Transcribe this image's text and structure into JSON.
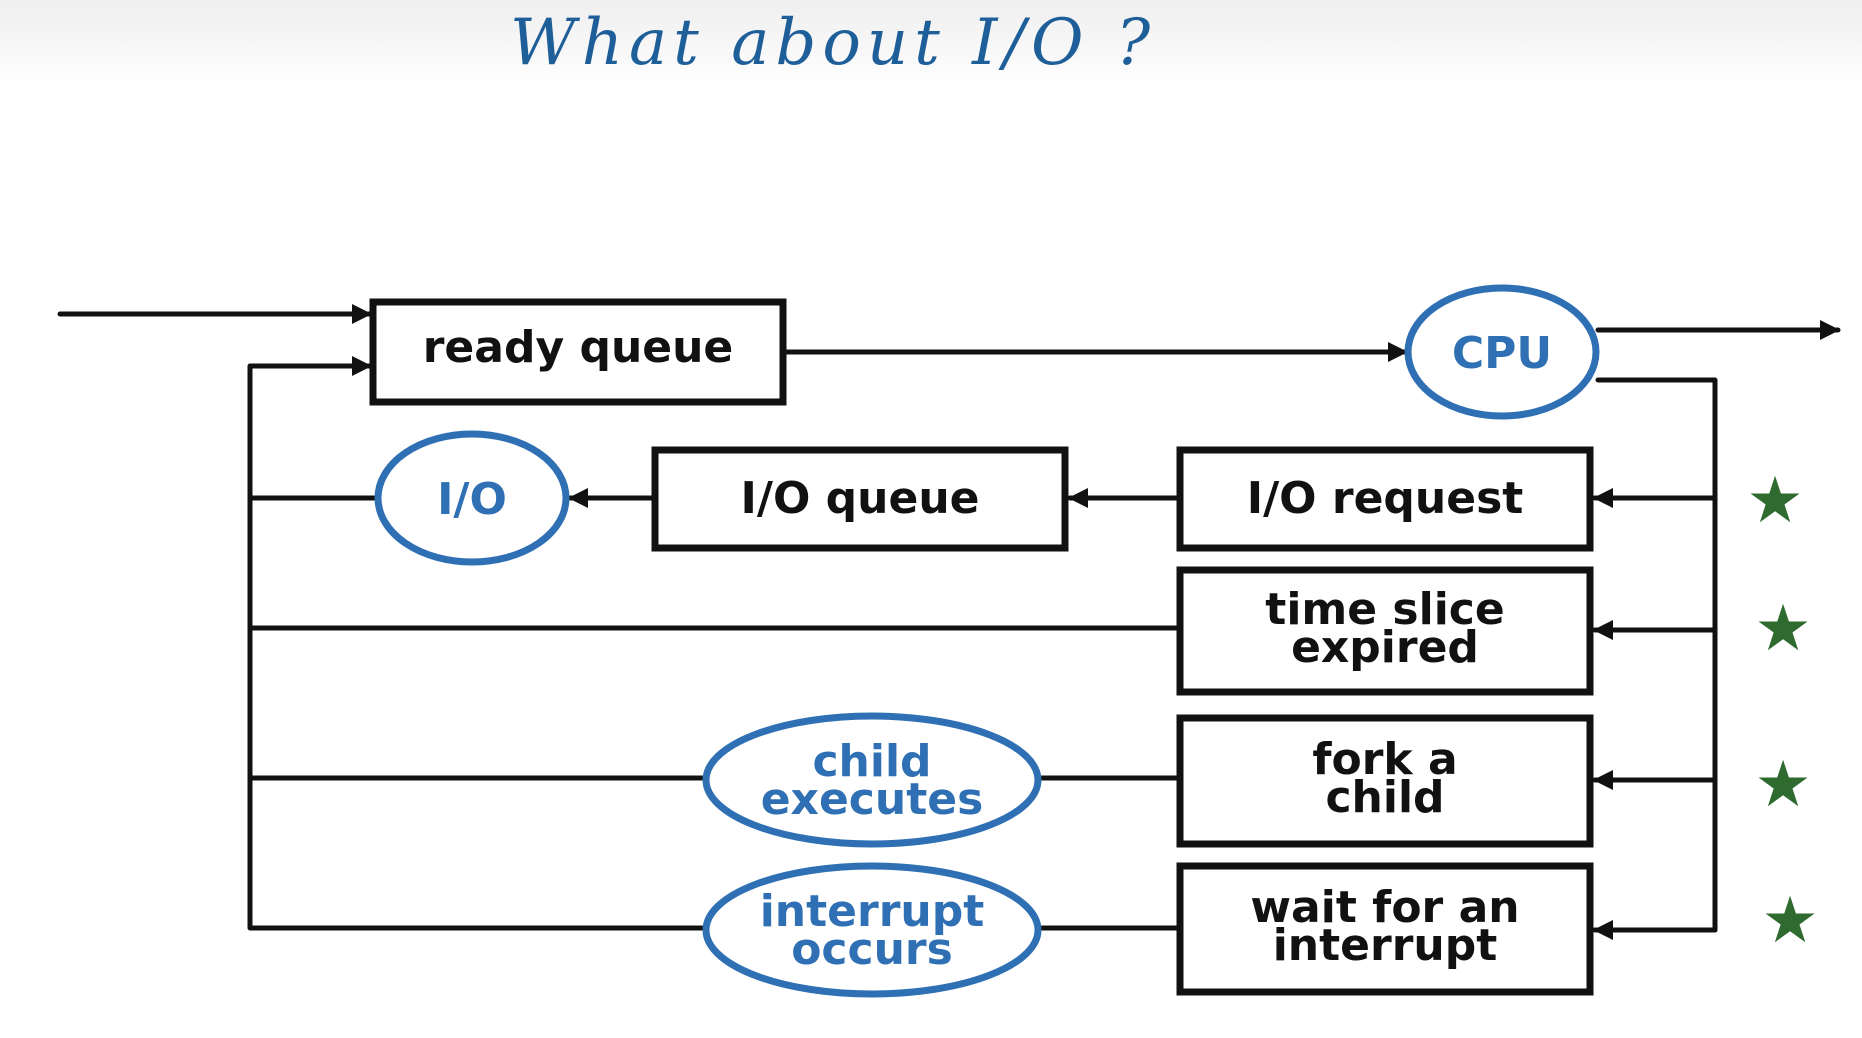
{
  "title": "What about I/O ?",
  "boxes": {
    "ready_queue": "ready queue",
    "io_queue": "I/O queue",
    "io_request": "I/O request",
    "time_slice": [
      "time slice",
      "expired"
    ],
    "fork_child": [
      "fork a",
      "child"
    ],
    "wait_interrupt": [
      "wait for an",
      "interrupt"
    ]
  },
  "ovals": {
    "cpu": "CPU",
    "io": "I/O",
    "child_executes": [
      "child",
      "executes"
    ],
    "interrupt_occurs": [
      "interrupt",
      "occurs"
    ]
  },
  "stars": [
    "★",
    "★",
    "★",
    "★"
  ],
  "colors": {
    "ink": "#111111",
    "oval_blue": "#2f6fb3",
    "handwriting_blue": "#1f5f99",
    "star_green": "#2f6a2f"
  }
}
